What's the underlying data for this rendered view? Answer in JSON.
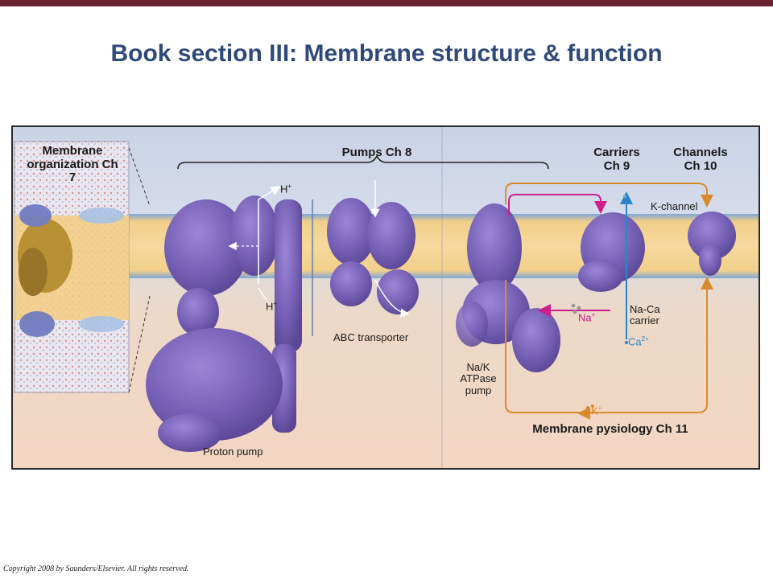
{
  "slide": {
    "title": "Book section III: Membrane structure & function",
    "copyright": "Copyright 2008 by Saunders/Elsevier. All rights reserved."
  },
  "figure": {
    "membrane_organization": "Membrane organization Ch 7",
    "pumps": "Pumps Ch 8",
    "carriers": "Carriers Ch 9",
    "channels": "Channels Ch 10",
    "k_channel": "K-channel",
    "proton_h_top": "H",
    "proton_h_bottom": "H",
    "plus": "+",
    "abc_transporter": "ABC transporter",
    "proton_pump": "Proton pump",
    "na_k_atpase": "Na/K ATPase pump",
    "na_ca_carrier": "Na-Ca carrier",
    "na_ion": "Na",
    "ca_ion": "Ca",
    "ca_charge": "2+",
    "k_ion": "K",
    "membrane_physiology": "Membrane pysiology Ch 11",
    "colors": {
      "protein": "#7a62b8",
      "lipid": "#f0c77a",
      "arrow_orange": "#d98a2c",
      "arrow_magenta": "#cc1f8a",
      "arrow_blue": "#2a86c8",
      "title_blue": "#2e4a7a",
      "header_bar": "#6b2130"
    }
  }
}
